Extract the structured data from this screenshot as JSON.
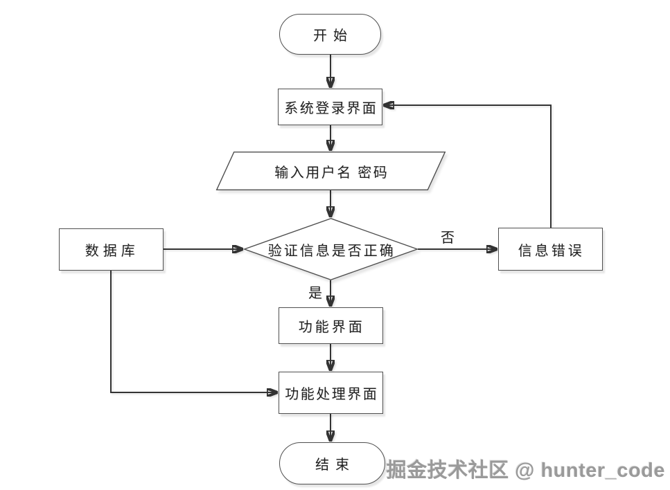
{
  "diagram": {
    "nodes": {
      "start": {
        "label": "开始"
      },
      "login": {
        "label": "系统登录界面"
      },
      "input": {
        "label": "输入用户名 密码"
      },
      "verify": {
        "label": "验证信息是否正确"
      },
      "database": {
        "label": "数据库"
      },
      "error": {
        "label": "信息错误"
      },
      "function": {
        "label": "功能界面"
      },
      "process": {
        "label": "功能处理界面"
      },
      "end": {
        "label": "结束"
      }
    },
    "edge_labels": {
      "no": "否",
      "yes": "是"
    }
  },
  "watermark": {
    "text": "掘金技术社区 @ hunter_code"
  },
  "colors": {
    "background": "#ffffff",
    "line": "#333333",
    "shape_border": "#4f4f4f",
    "text": "#1f1f1f",
    "watermark": "#9a9a9a"
  }
}
